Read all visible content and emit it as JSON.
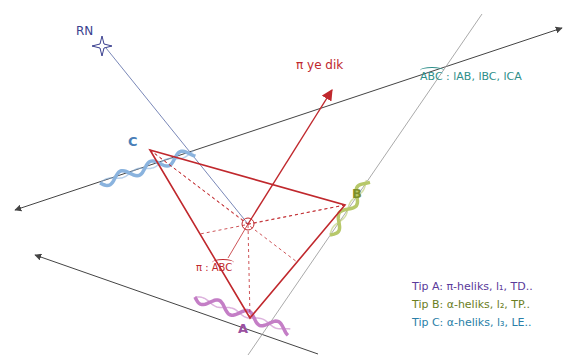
{
  "diagram": {
    "labels": [
      "RN",
      "C",
      "B",
      "A",
      "π ye dik",
      "π : ABC",
      "ABC : lAB, lBC, lCA",
      "Tip A: π-heliks, l₁, TD..",
      "Tip B: α-heliks, l₂, TP..",
      "Tip C: α-heliks, l₃, LE.."
    ]
  }
}
